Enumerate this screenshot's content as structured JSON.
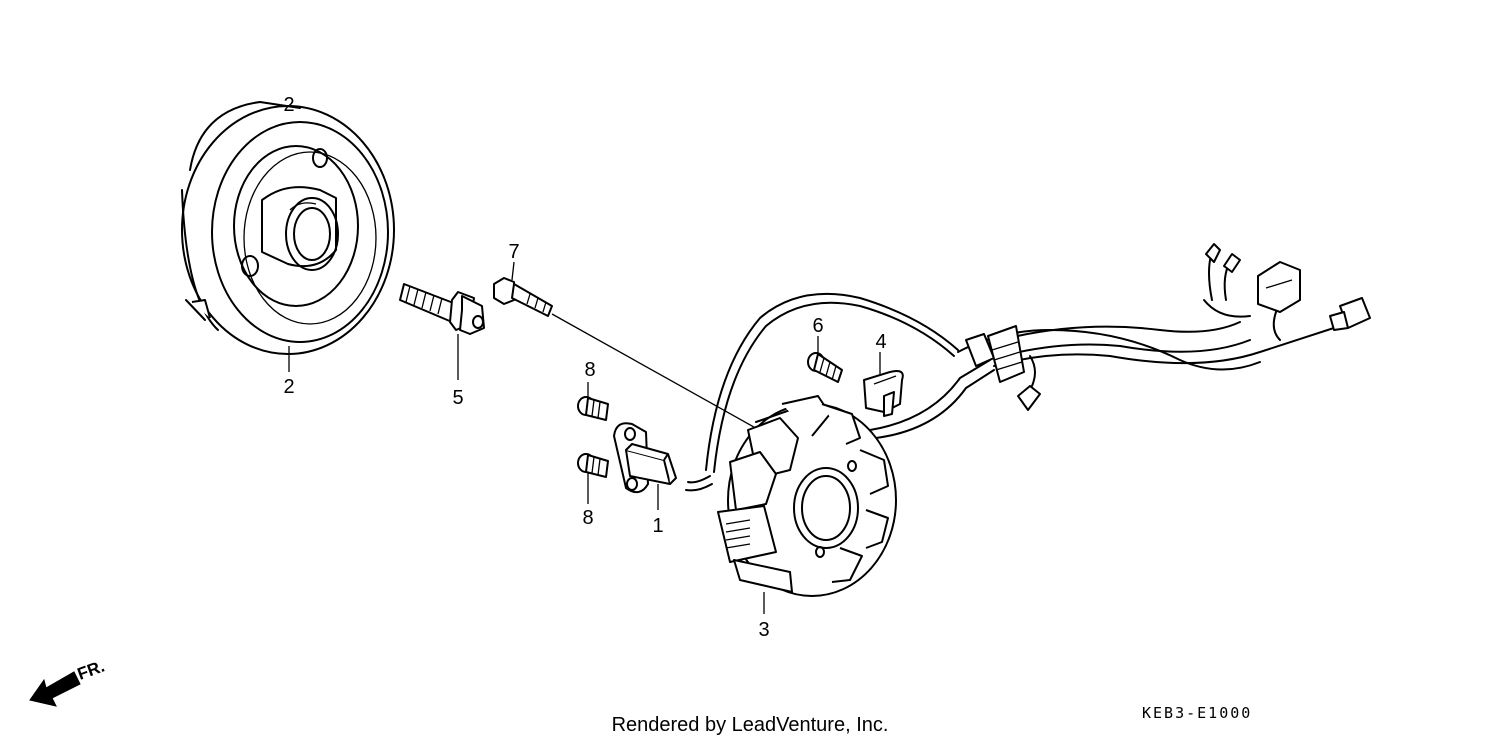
{
  "diagram": {
    "parts": [
      {
        "ref": "1",
        "label": "1"
      },
      {
        "ref": "2",
        "label": "2"
      },
      {
        "ref": "3",
        "label": "3"
      },
      {
        "ref": "4",
        "label": "4"
      },
      {
        "ref": "5",
        "label": "5"
      },
      {
        "ref": "6",
        "label": "6"
      },
      {
        "ref": "7",
        "label": "7"
      },
      {
        "ref": "8a",
        "label": "8"
      },
      {
        "ref": "8b",
        "label": "8"
      }
    ],
    "direction_marker": "FR.",
    "diagram_code": "KEB3-E1000",
    "credit": "Rendered by LeadVenture, Inc."
  }
}
